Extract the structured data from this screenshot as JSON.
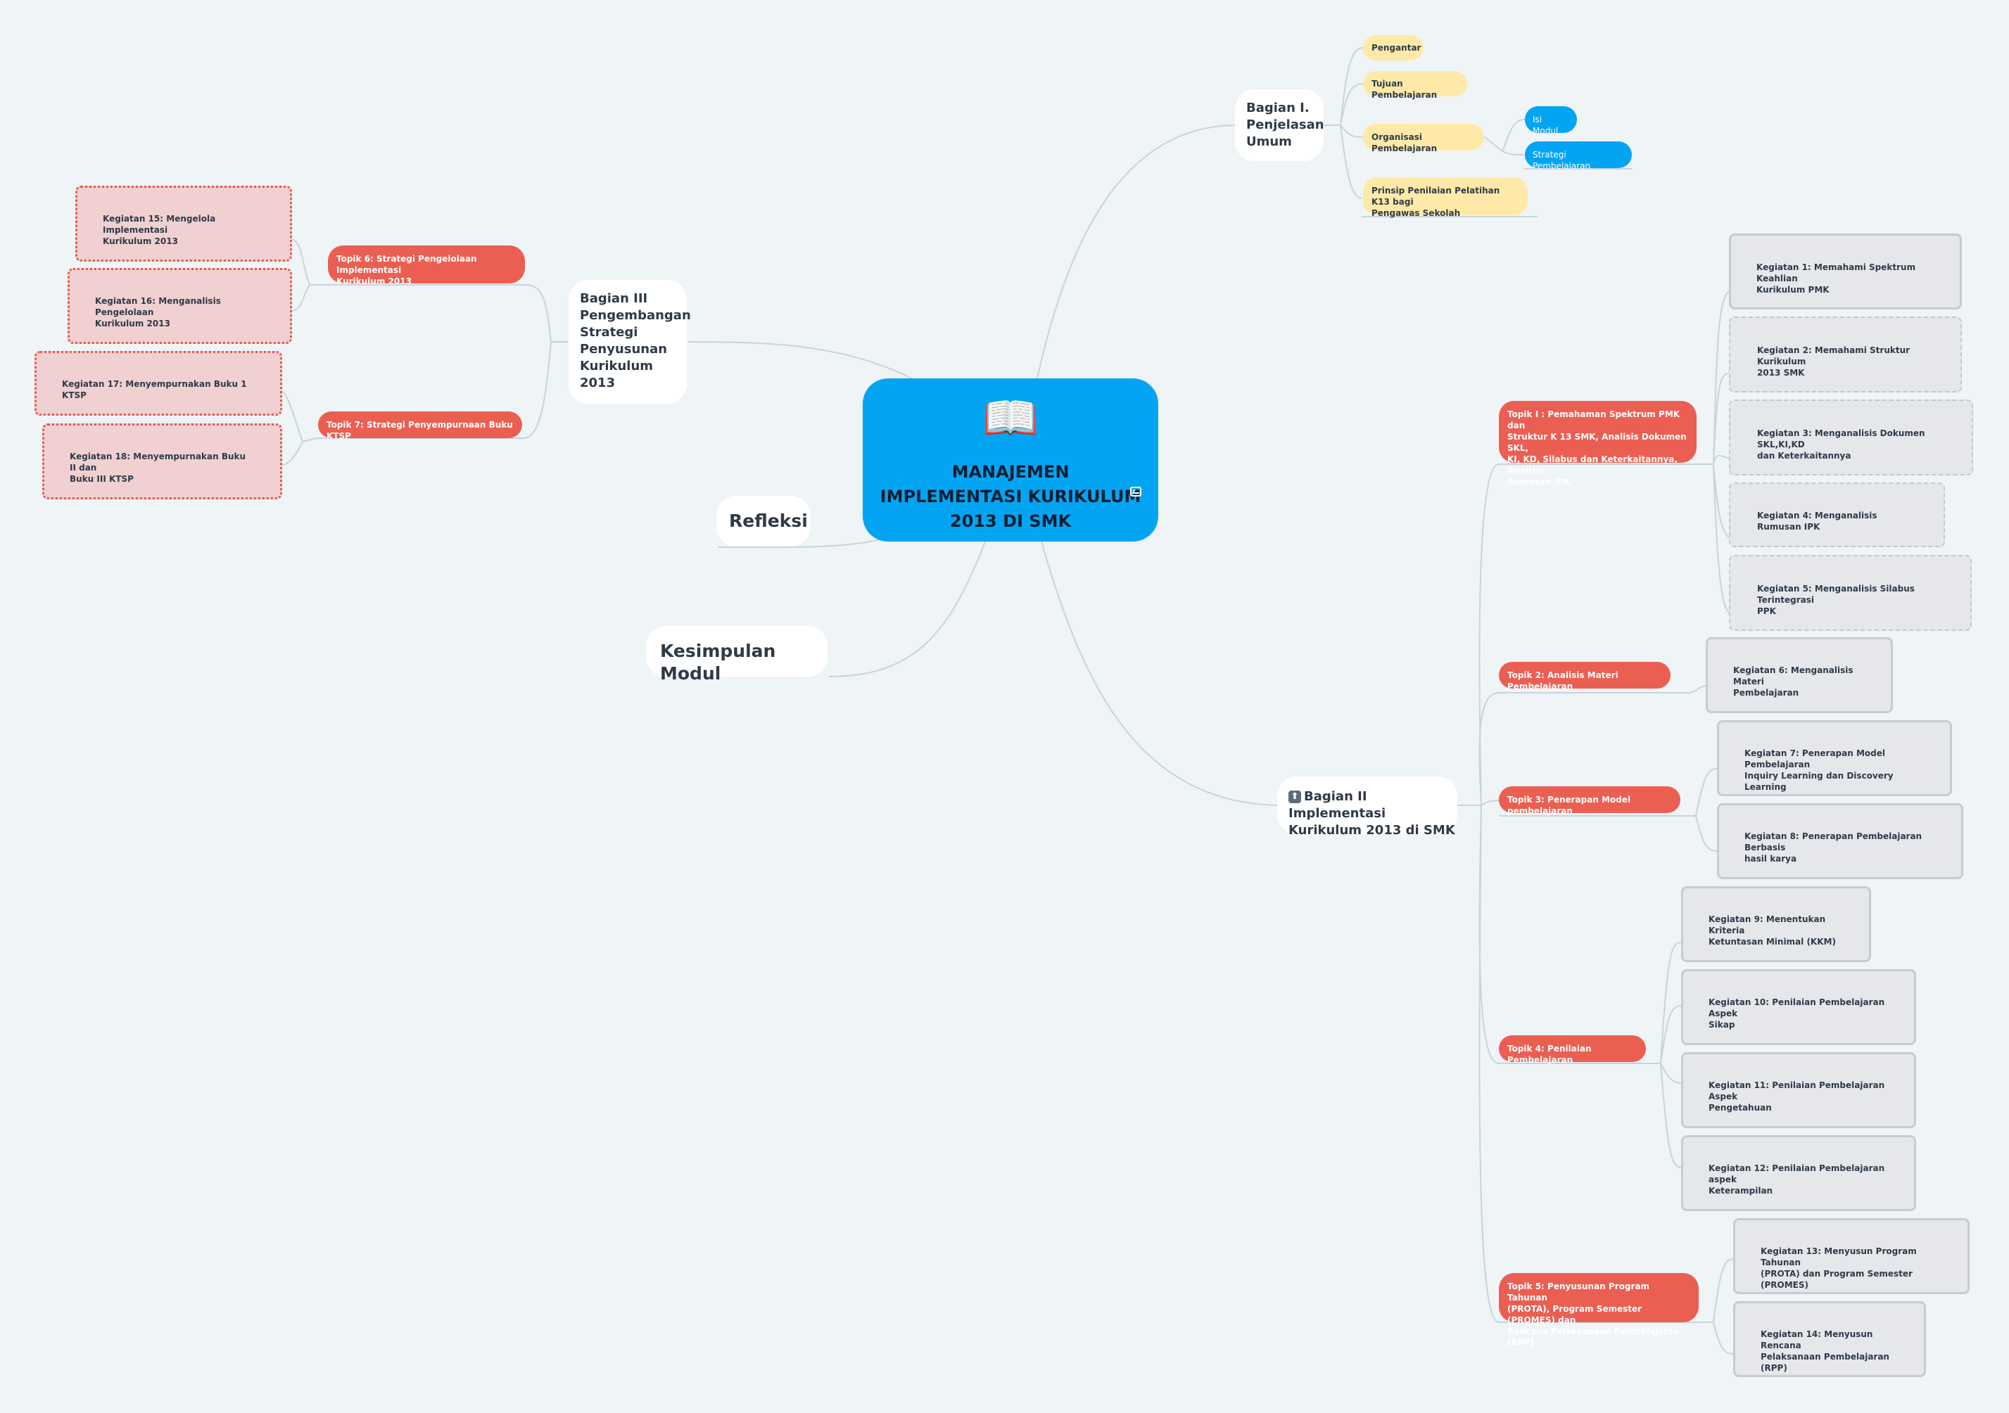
{
  "map": {
    "central_topic": {
      "icon": "open-book-icon",
      "title": "MANAJEMEN\nIMPLEMENTASI KURIKULUM\n2013 DI SMK",
      "badge_icon": "image-icon"
    },
    "bagian1": {
      "label": "Bagian I.\nPenjelasan\nUmum",
      "children": [
        "Pengantar",
        "Tujuan Pembelajaran",
        "Organisasi Pembelajaran",
        "Prinsip Penilaian Pelatihan K13 bagi\nPengawas Sekolah"
      ],
      "organisasi_children": [
        "Isi Modul",
        "Strategi Pembelajaran"
      ]
    },
    "bagian2": {
      "icon": "arrow-up-icon",
      "label": "Bagian II Implementasi\nKurikulum 2013 di SMK",
      "topics": [
        {
          "label": "Topik I : Pemahaman Spektrum PMK dan\nStruktur K 13 SMK, Analisis Dokumen SKL,\nKI, KD, Silabus dan Keterkaitannya, Analisis\nRumusan IPK",
          "activities": [
            "Kegiatan 1: Memahami Spektrum Keahlian\nKurikulum PMK",
            "Kegiatan 2: Memahami  Struktur Kurikulum\n2013 SMK",
            "Kegiatan 3: Menganalisis Dokumen SKL,KI,KD\ndan Keterkaitannya",
            "Kegiatan 4: Menganalisis Rumusan IPK",
            "Kegiatan 5: Menganalisis Silabus Terintegrasi\nPPK"
          ]
        },
        {
          "label": "Topik 2: Analisis Materi Pembelajaran",
          "activities": [
            "Kegiatan 6: Menganalisis Materi\nPembelajaran"
          ]
        },
        {
          "label": "Topik 3: Penerapan Model pembelajaran",
          "activities": [
            "Kegiatan 7: Penerapan Model Pembelajaran\nInquiry Learning dan Discovery Learning",
            "Kegiatan 8: Penerapan Pembelajaran Berbasis\nhasil karya"
          ]
        },
        {
          "label": "Topik 4: Penilaian Pembelajaran",
          "activities": [
            "Kegiatan 9: Menentukan Kriteria\nKetuntasan Minimal (KKM)",
            "Kegiatan 10: Penilaian Pembelajaran Aspek\nSikap",
            "Kegiatan 11: Penilaian Pembelajaran Aspek\nPengetahuan",
            "Kegiatan 12: Penilaian Pembelajaran aspek\nKeterampilan"
          ]
        },
        {
          "label": "Topik 5: Penyusunan Program Tahunan\n(PROTA), Program Semester (PROMES) dan\nRencana Pelaksanaan Pembelajaran (RPP)",
          "activities": [
            "Kegiatan 13: Menyusun Program Tahunan\n(PROTA) dan Program Semester (PROMES)",
            "Kegiatan 14: Menyusun Rencana\nPelaksanaan Pembelajaran (RPP)"
          ]
        }
      ]
    },
    "bagian3": {
      "label": "Bagian III\nPengembangan\nStrategi\nPenyusunan\nKurikulum\n2013",
      "topics": [
        {
          "label": "Topik 6: Strategi Pengelolaan Implementasi\nKurikulum 2013",
          "activities": [
            "Kegiatan 15: Mengelola Implementasi\nKurikulum 2013",
            "Kegiatan 16: Menganalisis Pengelolaan\nKurikulum 2013"
          ]
        },
        {
          "label": "Topik 7: Strategi Penyempurnaan Buku KTSP",
          "activities": [
            "Kegiatan 17: Menyempurnakan Buku 1 KTSP",
            "Kegiatan 18: Menyempurnakan Buku II dan\nBuku III KTSP"
          ]
        }
      ]
    },
    "refleksi": "Refleksi",
    "kesimpulan": "Kesimpulan Modul",
    "colors": {
      "background": "#EFF4F7",
      "central": "#03A5F3",
      "topic_red": "#EB5F52",
      "subtopic_yellow": "#FFE9A8",
      "activity_gray": "#E5E7EB",
      "activity_pink": "#F0D0D0"
    }
  }
}
